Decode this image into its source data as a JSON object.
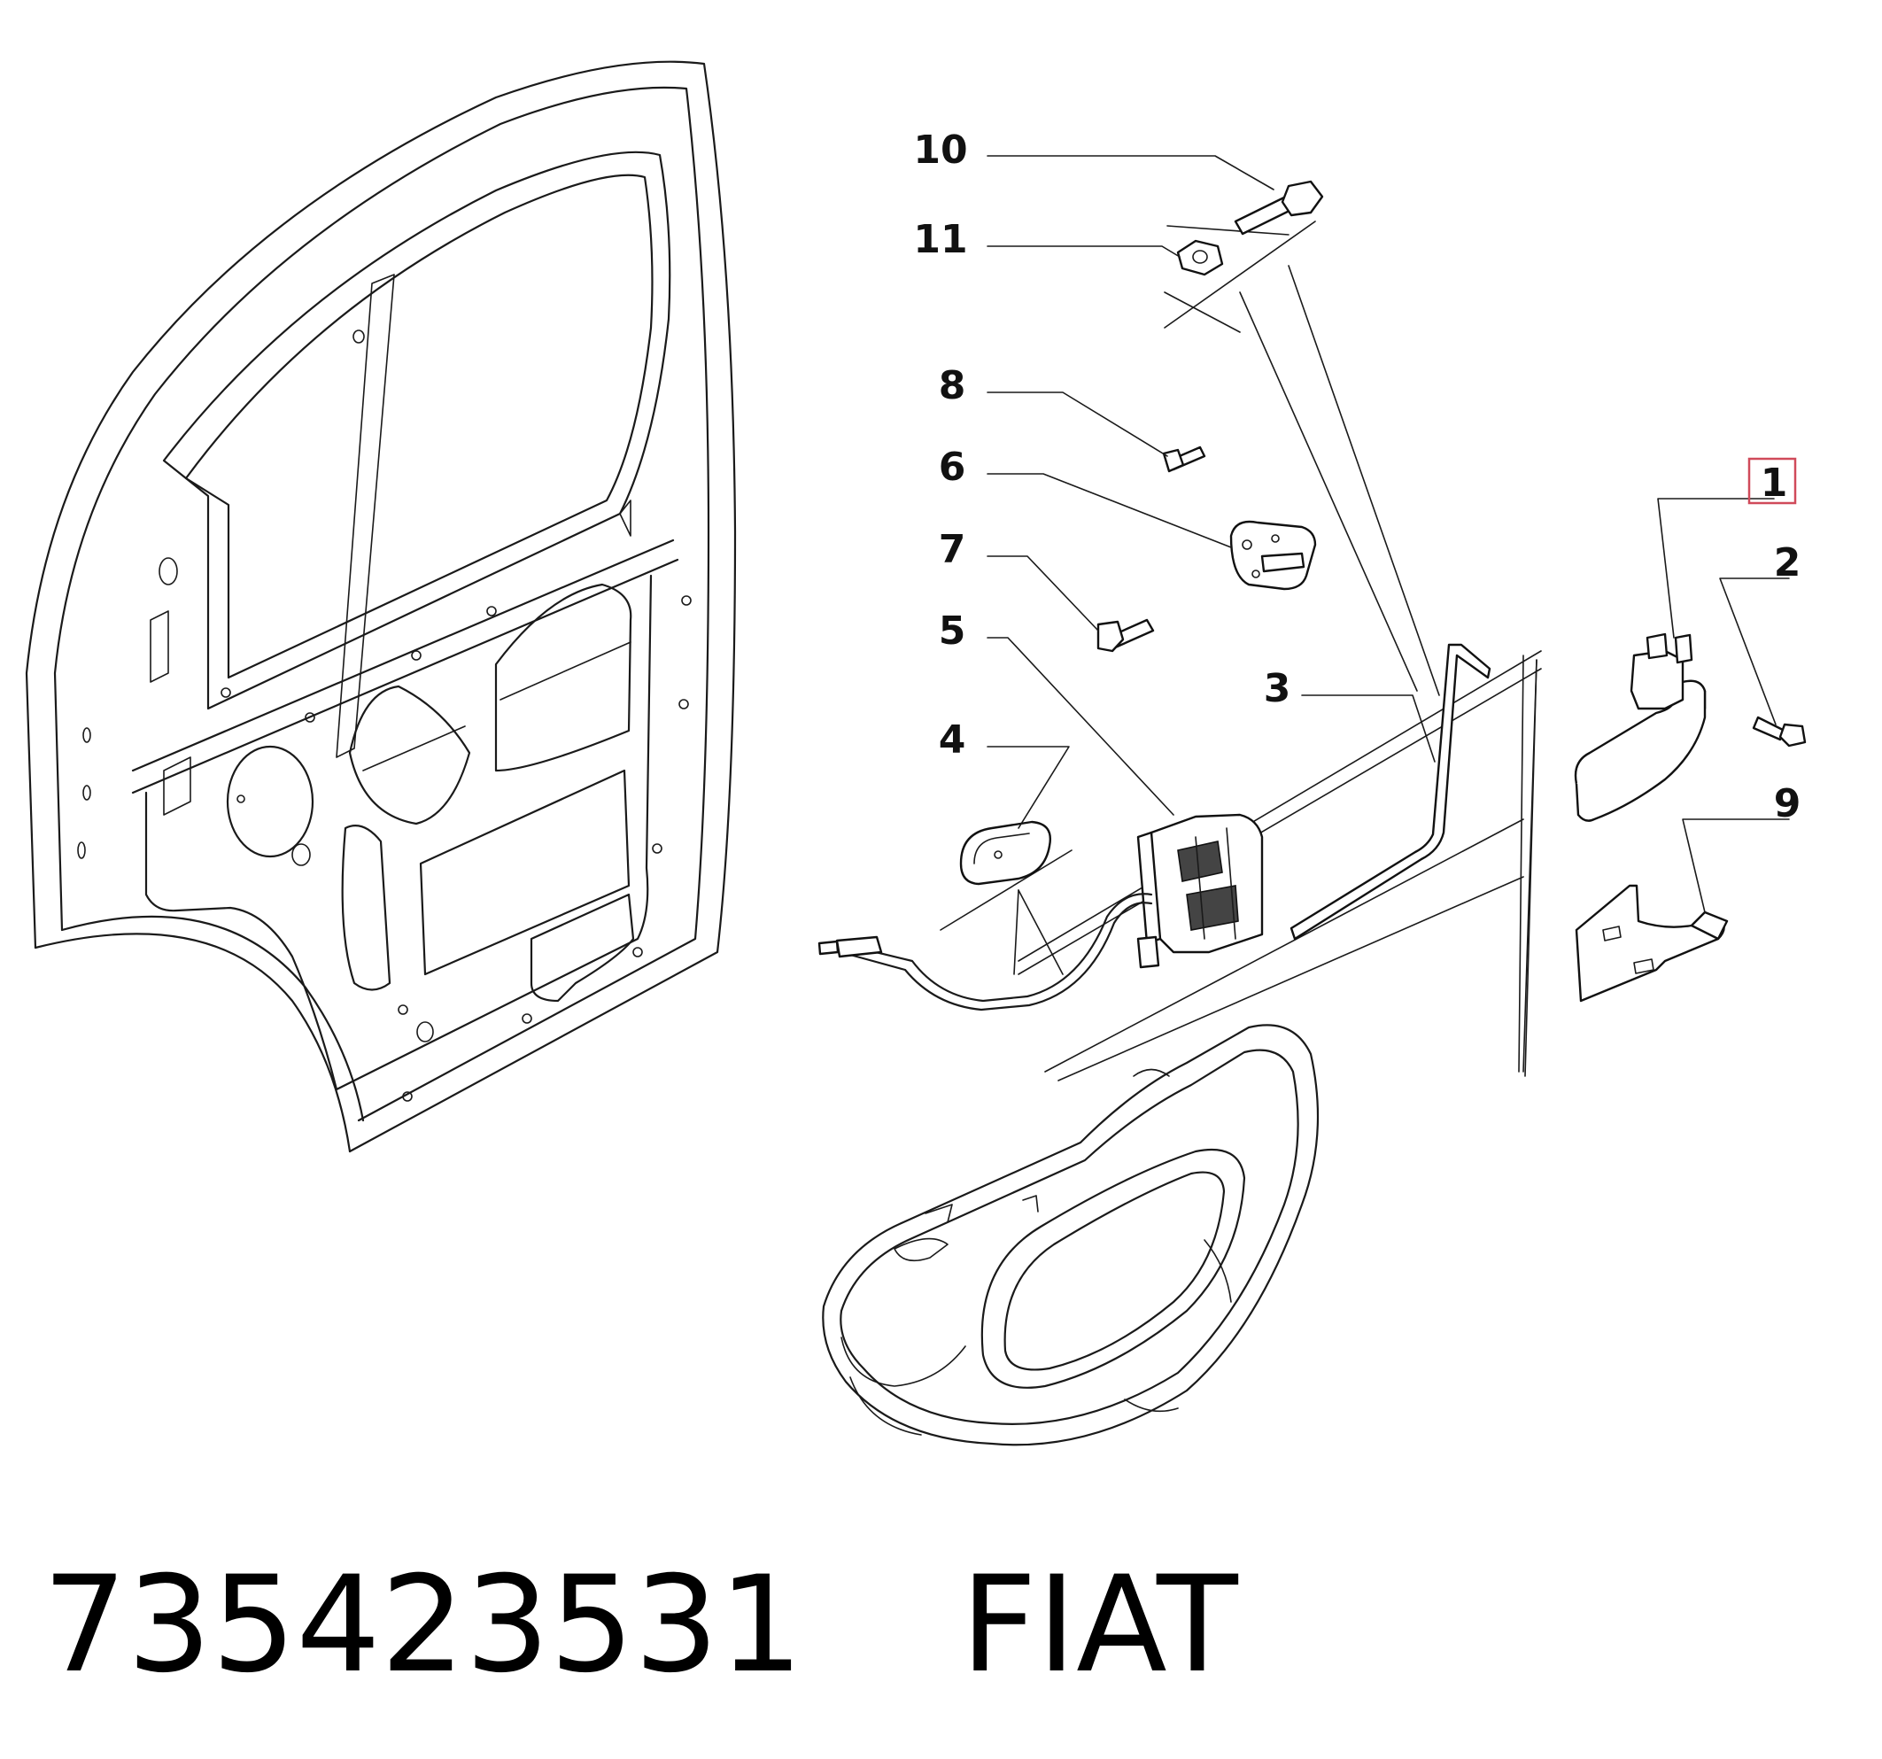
{
  "callouts": {
    "c1": "1",
    "c2": "2",
    "c3": "3",
    "c4": "4",
    "c5": "5",
    "c6": "6",
    "c7": "7",
    "c8": "8",
    "c9": "9",
    "c10": "10",
    "c11": "11"
  },
  "highlight": {
    "callout": "1",
    "color": "#d04a5a"
  },
  "caption": {
    "part_number": "735423531",
    "brand": "FIAT"
  }
}
